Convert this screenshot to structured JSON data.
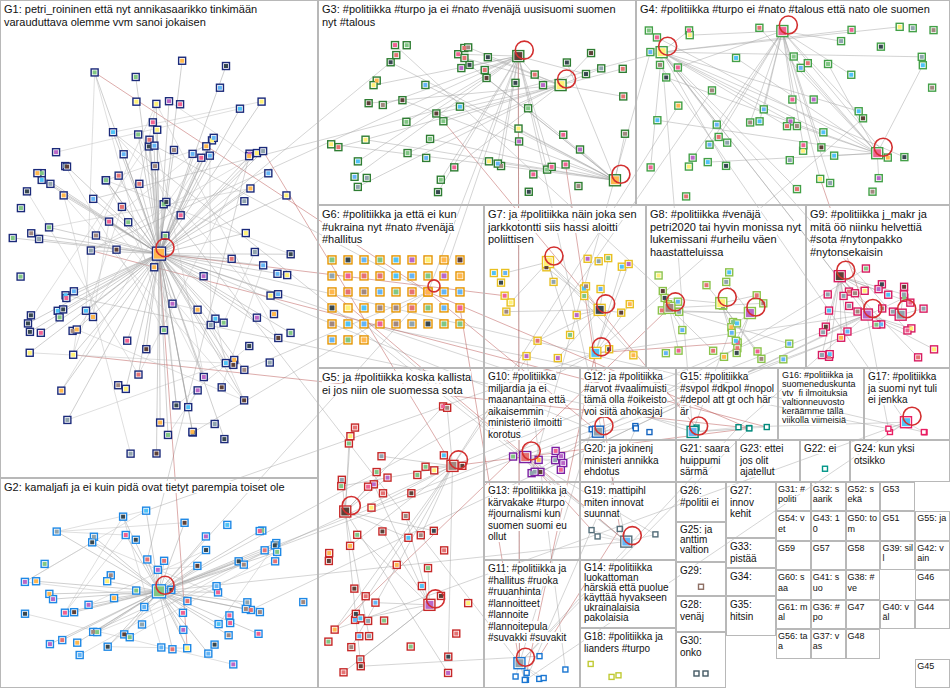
{
  "diagram": {
    "nodes": [
      {
        "text": [
          "G1: petri_roininen että nyt annikasaarikko tinkimään varauduttava olemme vvm sanoi jokaisen"
        ]
      },
      {
        "text": [
          "G3: #politiikka #turpo ja ei #nato #venäjä uusisuomi suomen nyt #talous"
        ]
      },
      {
        "text": [
          "G4: #politiikka #turpo ei #nato #talous että nato ole suomen"
        ]
      },
      {
        "text": [
          "G6: #politiikka ja että ei kun #ukraina nyt #nato #venäjä #hallitus"
        ]
      },
      {
        "text": [
          "G7: ja #politiikka näin joka sen jarkkotontti siis hassi aloitti poliittisen"
        ]
      },
      {
        "text": [
          "G8: #politiikka #venäjä petri2020 tai hyvin monissa nyt lukemissani #urheilu väen haastatteluissa"
        ]
      },
      {
        "text": [
          "G9: #politiikka j_makr ja mitä öö niinku helvettiä #sota #nytonpakko #nytonsekaisin"
        ]
      },
      {
        "text": [
          "G2: kamaljafi ja ei kuin pidä ovat tietyt parempia toiset ole"
        ]
      },
      {
        "text": [
          "G5: ja #politiikka koska kallista ei jos niin ole suomessa sota"
        ]
      },
      {
        "text": [
          "G10: #politiikka miljardia ja ei maanantaina että aikaisemmin ministeriö ilmoitti korotus"
        ]
      },
      {
        "text": [
          "G12: ja #politiikka #arvot #vaalimuisti tämä olla #oikeisto voi siitä ahokasjaj"
        ]
      },
      {
        "text": [
          "G15: #politiikka #svpol #dkpol #nopol #depol att gt och här är"
        ]
      },
      {
        "text": [
          "G16: #politiikka ja suomeneduskunta vtv_fi ilmoituksia valtionneuvosto keräämme tällä viikolla viimeisiä"
        ]
      },
      {
        "text": [
          "G17: #politiikka ja suomi nyt tuli ei jenkka"
        ]
      },
      {
        "text": [
          "G20: ja jokinenj ministeri annikka ehdotus"
        ]
      },
      {
        "text": [
          "G21: saara huippumi särmä"
        ]
      },
      {
        "text": [
          "G23: ettei jos olit ajatellut"
        ]
      },
      {
        "text": [
          "G22: ei"
        ]
      },
      {
        "text": [
          "G24: kun yksi otsikko"
        ]
      },
      {
        "text": [
          "G13: #politiikka ja kärvakake #turpo #journalismi kun suomen suomi eu ollut"
        ]
      },
      {
        "text": [
          "G19: mattipihl miten innovat suunnat"
        ]
      },
      {
        "text": [
          "G11: #politiikka ja #hallitus #ruoka #ruuanhinta #lannoitteet #lannoite #lannoitepula #suvakki #suvakit"
        ]
      },
      {
        "text": [
          "G14: #politiikka luokattoman härskiä että puolue käyttää hyvakseen ukrainalaisia pakolaisia"
        ]
      },
      {
        "text": [
          "G18: #politiikka ja lianders #turpo"
        ]
      },
      {
        "text": [
          "G26: #politii ei"
        ]
      },
      {
        "text": [
          "G27: innov kehit"
        ]
      },
      {
        "text": [
          "G25: ja anttim valtion"
        ]
      },
      {
        "text": [
          "G33: pistää"
        ]
      },
      {
        "text": [
          "G29:"
        ]
      },
      {
        "text": [
          "G34:"
        ]
      },
      {
        "text": [
          "G28: venäj"
        ]
      },
      {
        "text": [
          "G35: hitsin"
        ]
      },
      {
        "text": [
          "G30: onko"
        ]
      },
      {
        "text": [
          "G31: #politi"
        ]
      },
      {
        "text": [
          "G32: saarik"
        ]
      },
      {
        "text": [
          "G52: sekä"
        ]
      },
      {
        "text": [
          "G53"
        ]
      },
      {
        "text": [
          "G54: vet"
        ]
      },
      {
        "text": [
          "G43: 10"
        ]
      },
      {
        "text": [
          "G50: tom"
        ]
      },
      {
        "text": [
          "G51"
        ]
      },
      {
        "text": [
          "G55: ja"
        ]
      },
      {
        "text": [
          "G59"
        ]
      },
      {
        "text": [
          "G57"
        ]
      },
      {
        "text": [
          "G58"
        ]
      },
      {
        "text": [
          "G39: sill"
        ]
      },
      {
        "text": [
          "G42: vain"
        ]
      },
      {
        "text": [
          "G60: saa"
        ]
      },
      {
        "text": [
          "G41: suo"
        ]
      },
      {
        "text": [
          "G38: #ve"
        ]
      },
      {
        "text": [
          "G46"
        ]
      },
      {
        "text": [
          "G61: mal"
        ]
      },
      {
        "text": [
          "G36: #po"
        ]
      },
      {
        "text": [
          "G47"
        ]
      },
      {
        "text": [
          "G40: väl"
        ]
      },
      {
        "text": [
          "G44"
        ]
      },
      {
        "text": [
          "G56: taa"
        ]
      },
      {
        "text": [
          "G37: vas"
        ]
      },
      {
        "text": [
          "G48"
        ]
      },
      {
        "text": [
          "G45"
        ]
      }
    ]
  }
}
